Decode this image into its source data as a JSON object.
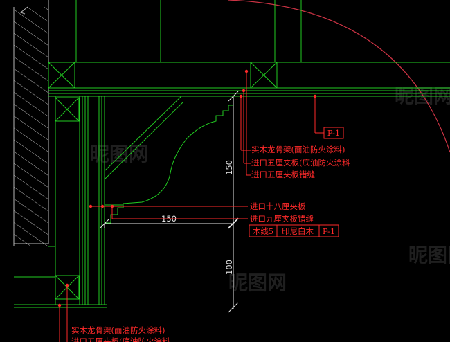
{
  "colors": {
    "background": "#000000",
    "structure": "#22cc22",
    "annotation": "#ff2a2a",
    "dimension": "#e6e6e6",
    "hatch": "#b8b8b8",
    "boundary": "#cc3344",
    "watermark": "#3a3a3a"
  },
  "callouts": {
    "p1_tag_top": "P-1",
    "upper_group": [
      "实木龙骨架(面油防火涂料)",
      "进口五厘夹板(底油防火涂料",
      "进口五厘夹板错缝"
    ],
    "middle_group": [
      "进口十八厘夹板",
      "进口九厘夹板错缝"
    ],
    "bottom_group": [
      "实木龙骨架(面油防火涂料)",
      "进口五厘夹板(底油防火涂料"
    ]
  },
  "material_tags": [
    "木线5",
    "印尼白木",
    "P-1"
  ],
  "dimensions": {
    "vertical_upper": "150",
    "horizontal": "150",
    "vertical_lower": "100"
  },
  "watermark": {
    "text": "昵图网"
  }
}
